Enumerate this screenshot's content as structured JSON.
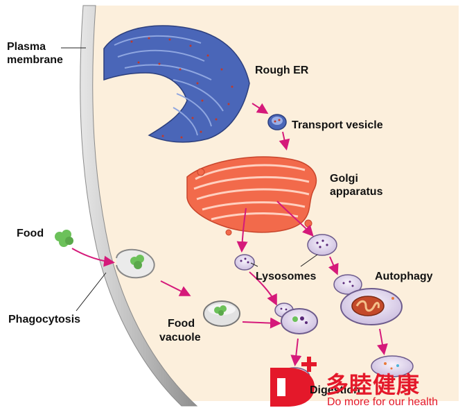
{
  "labels": {
    "plasma_membrane_1": "Plasma",
    "plasma_membrane_2": "membrane",
    "rough_er": "Rough ER",
    "transport_vesicle": "Transport vesicle",
    "golgi_1": "Golgi",
    "golgi_2": "apparatus",
    "food": "Food",
    "lysosomes": "Lysosomes",
    "autophagy": "Autophagy",
    "phagocytosis": "Phagocytosis",
    "food_vacuole_1": "Food",
    "food_vacuole_2": "vacuole",
    "digestion": "Digestion"
  },
  "watermark": {
    "letter": "D",
    "plus": "+",
    "chinese": "多睦健康",
    "english": "Do more for our health"
  },
  "colors": {
    "cytoplasm": "#fcefdc",
    "membrane": "#b9b9b9",
    "er": "#4a66b8",
    "golgi": "#f26a4b",
    "vesicle": "#e9e0f2",
    "arrow": "#d5197a",
    "food": "#6cc15a",
    "brand": "#e4182a"
  }
}
